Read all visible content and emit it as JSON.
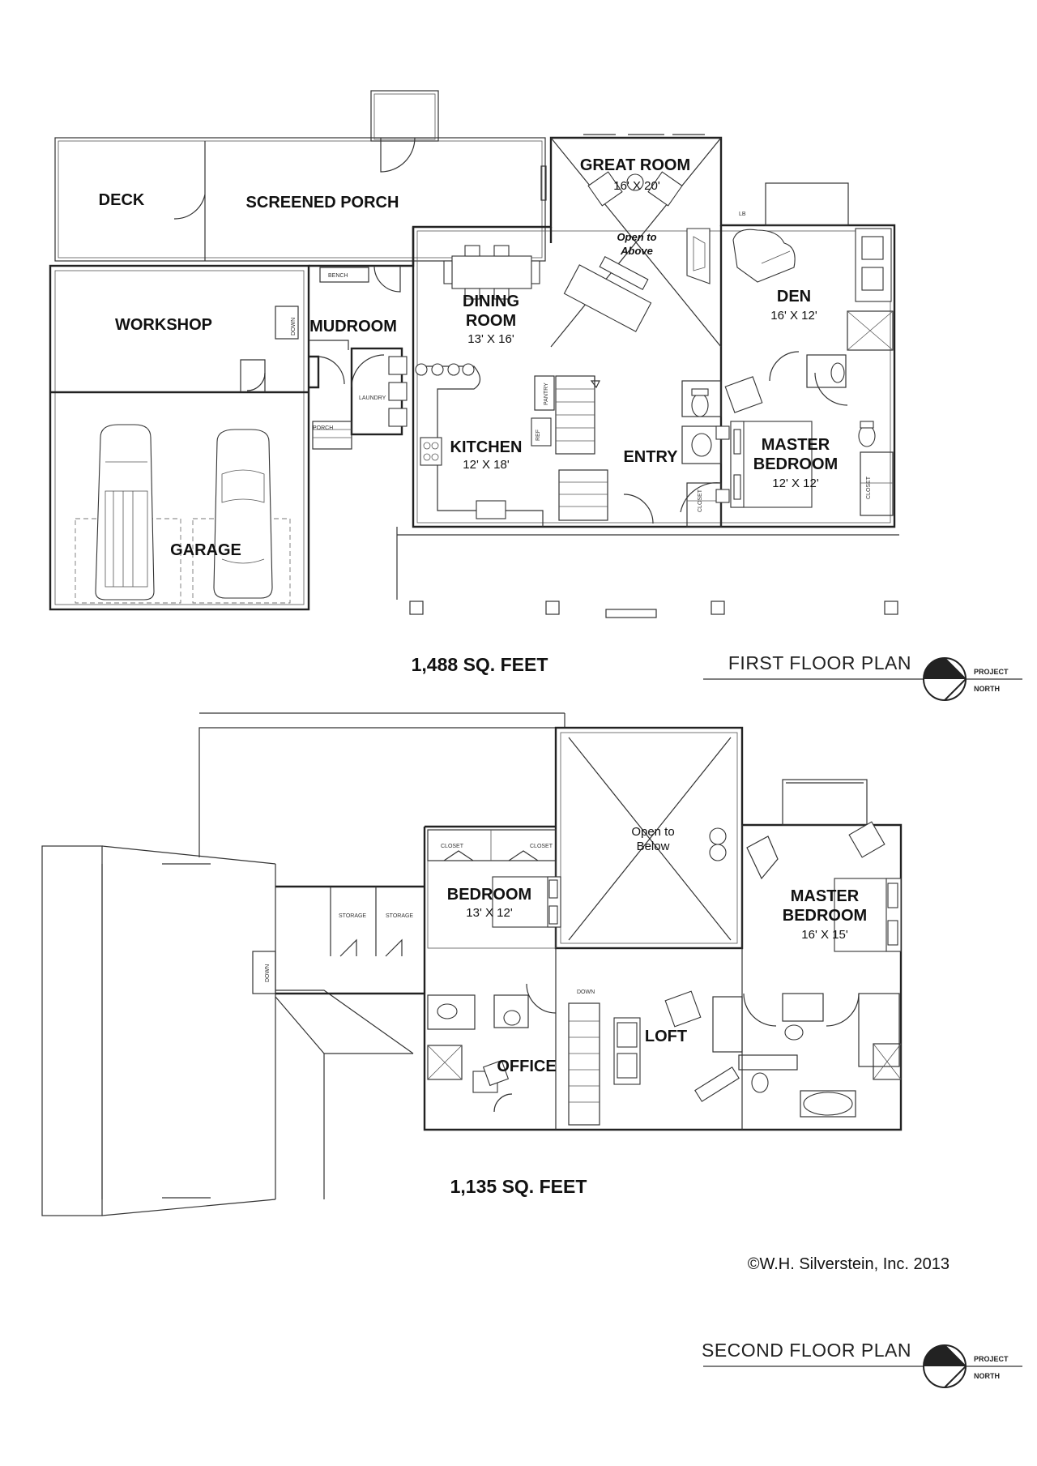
{
  "first_floor": {
    "title": "FIRST FLOOR PLAN",
    "area": "1,488 SQ. FEET",
    "north_label_1": "PROJECT",
    "north_label_2": "NORTH",
    "rooms": {
      "deck": "DECK",
      "screened_porch": "SCREENED PORCH",
      "great_room": "GREAT ROOM",
      "great_room_dim": "16' X 20'",
      "open_to_above_1": "Open to",
      "open_to_above_2": "Above",
      "workshop": "WORKSHOP",
      "mudroom": "MUDROOM",
      "dining_1": "DINING",
      "dining_2": "ROOM",
      "dining_dim": "13' X 16'",
      "den": "DEN",
      "den_dim": "16' X 12'",
      "kitchen": "KITCHEN",
      "kitchen_dim": "12' X 18'",
      "entry": "ENTRY",
      "master_1": "MASTER",
      "master_2": "BEDROOM",
      "master_dim": "12' X 12'",
      "garage": "GARAGE"
    },
    "small_labels": {
      "bench": "BENCH",
      "laundry": "LAUNDRY",
      "porch": "PORCH",
      "pantry": "PANTRY",
      "ref": "REF",
      "closet": "CLOSET",
      "down": "DOWN",
      "lb": "LB"
    }
  },
  "second_floor": {
    "title": "SECOND FLOOR PLAN",
    "area": "1,135 SQ. FEET",
    "north_label_1": "PROJECT",
    "north_label_2": "NORTH",
    "rooms": {
      "open_to_below_1": "Open to",
      "open_to_below_2": "Below",
      "bedroom": "BEDROOM",
      "bedroom_dim": "13' X 12'",
      "master_1": "MASTER",
      "master_2": "BEDROOM",
      "master_dim": "16' X 15'",
      "loft": "LOFT",
      "office": "OFFICE"
    },
    "small_labels": {
      "closet": "CLOSET",
      "storage": "STORAGE",
      "down": "DOWN"
    }
  },
  "copyright": "©W.H. Silverstein, Inc. 2013"
}
